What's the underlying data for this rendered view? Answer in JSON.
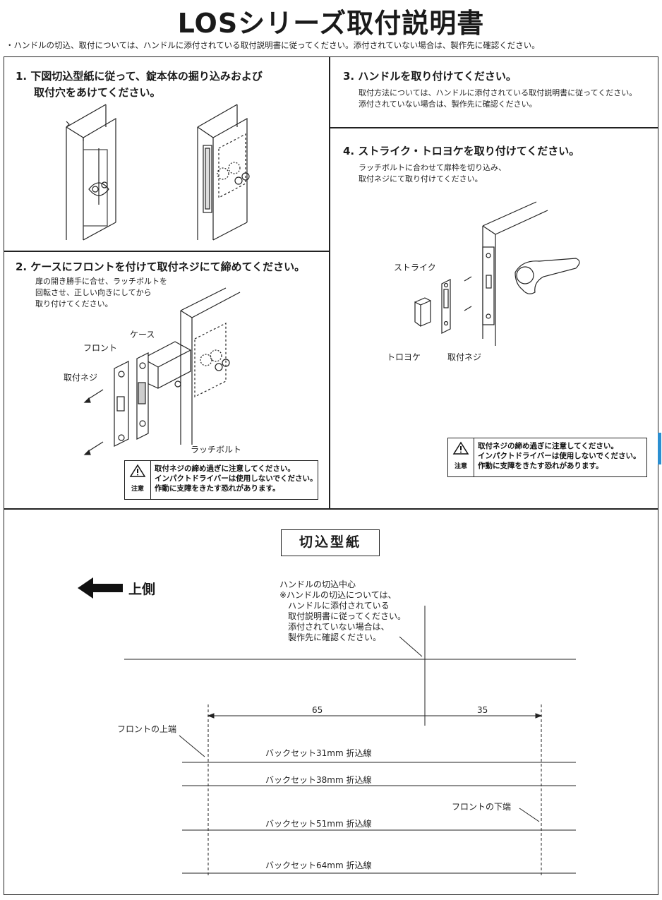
{
  "title": "LOSシリーズ取付説明書",
  "intro": "・ハンドルの切込、取付については、ハンドルに添付されている取付説明書に従ってください。添付されていない場合は、製作先に確認ください。",
  "steps": {
    "s1": {
      "heading_l1": "1. 下図切込型紙に従って、錠本体の掘り込みおよび",
      "heading_l2": "取付穴をあけてください。"
    },
    "s2": {
      "heading": "2. ケースにフロントを付けて取付ネジにて締めてください。",
      "body_l1": "扉の開き勝手に合せ、ラッチボルトを",
      "body_l2": "回転させ、正しい向きにしてから",
      "body_l3": "取り付けてください。",
      "labels": {
        "case": "ケース",
        "front": "フロント",
        "screw": "取付ネジ",
        "latch": "ラッチボルト"
      }
    },
    "s3": {
      "heading": "3. ハンドルを取り付けてください。",
      "body_l1": "取付方法については、ハンドルに添付されている取付説明書に従ってください。",
      "body_l2": "添付されていない場合は、製作先に確認ください。"
    },
    "s4": {
      "heading": "4. ストライク・トロヨケを取り付けてください。",
      "body_l1": "ラッチボルトに合わせて扉枠を切り込み、",
      "body_l2": "取付ネジにて取り付けてください。",
      "labels": {
        "strike": "ストライク",
        "guard": "トロヨケ",
        "screw": "取付ネジ"
      }
    }
  },
  "warning": {
    "caption": "注意",
    "l1": "取付ネジの締め過ぎに注意してください。",
    "l2": "インパクトドライバーは使用しないでください。",
    "l3": "作動に支障をきたす恐れがあります。"
  },
  "template": {
    "title": "切込型紙",
    "up_side": "上側",
    "center_note": "ハンドルの切込中心\n※ハンドルの切込については、\n　ハンドルに添付されている\n　取付説明書に従ってください。\n　添付されていない場合は、\n　製作先に確認ください。",
    "dim_left": "65",
    "dim_right": "35",
    "front_top": "フロントの上端",
    "front_bottom": "フロントの下端",
    "folds": [
      "バックセット31mm 折込線",
      "バックセット38mm 折込線",
      "バックセット51mm 折込線",
      "バックセット64mm 折込線"
    ]
  }
}
